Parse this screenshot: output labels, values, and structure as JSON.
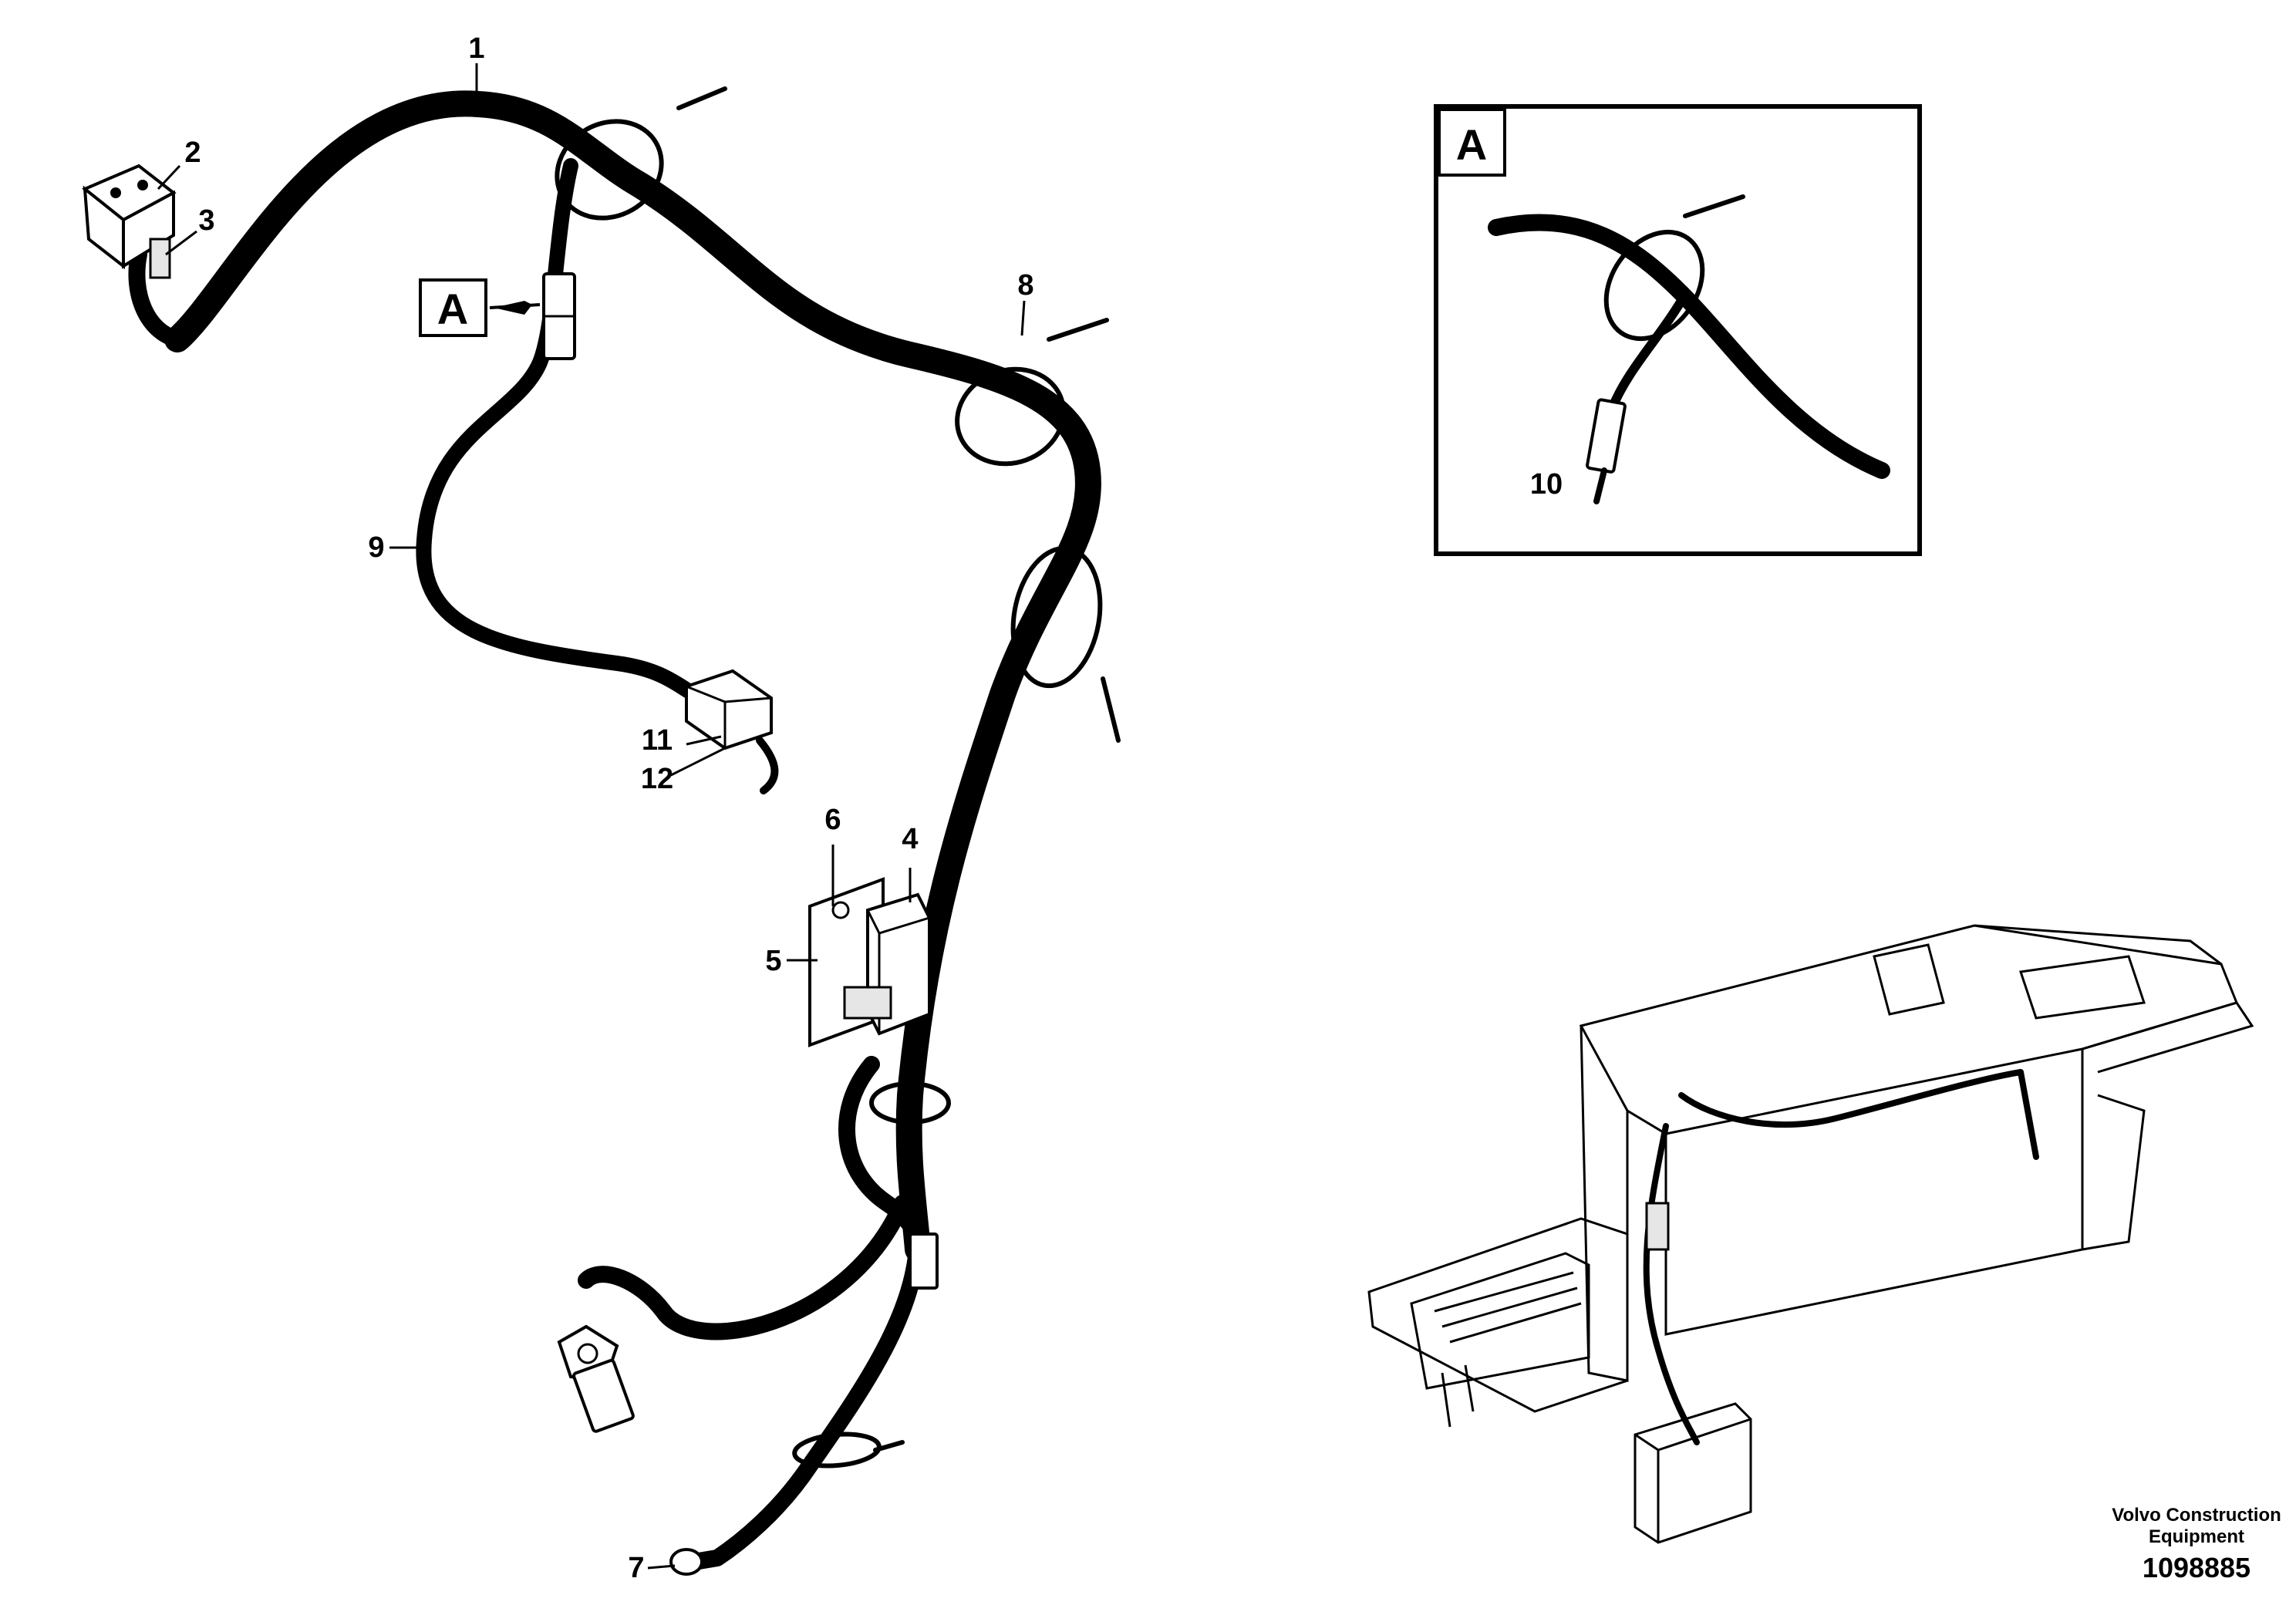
{
  "callouts": {
    "c1": "1",
    "c2": "2",
    "c3": "3",
    "c4": "4",
    "c5": "5",
    "c6": "6",
    "c7": "7",
    "c8": "8",
    "c9": "9",
    "c10": "10",
    "c11": "11",
    "c12": "12"
  },
  "view_marker": "A",
  "detail_marker": "A",
  "footer": {
    "brand_line1": "Volvo Construction",
    "brand_line2": "Equipment",
    "drawing_number": "1098885"
  }
}
